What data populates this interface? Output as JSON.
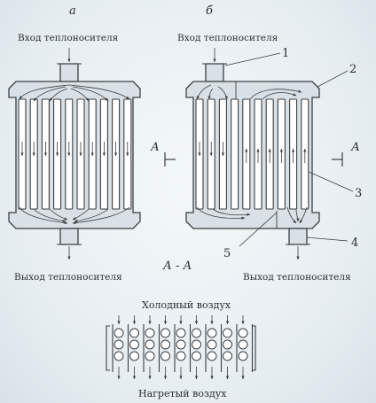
{
  "labels": {
    "panel_a": "а",
    "panel_b": "б",
    "inlet_a": "Вход теплоносителя",
    "inlet_b": "Вход теплоносителя",
    "outlet_a": "Выход теплоносителя",
    "outlet_b": "Выход теплоносителя",
    "section_title": "А - А",
    "section_mark_left": "А",
    "section_mark_right": "А",
    "cold_air": "Холодный воздух",
    "heated_air": "Нагретый воздух"
  },
  "callouts": [
    "1",
    "2",
    "3",
    "4",
    "5"
  ],
  "section_view": {
    "tube_columns": 9,
    "tube_rows": 3
  },
  "colors": {
    "line": "#3b3f43",
    "shell_fill": "#d9e1e6",
    "tube_fill": "#ffffff",
    "background": "#e9eff3"
  }
}
